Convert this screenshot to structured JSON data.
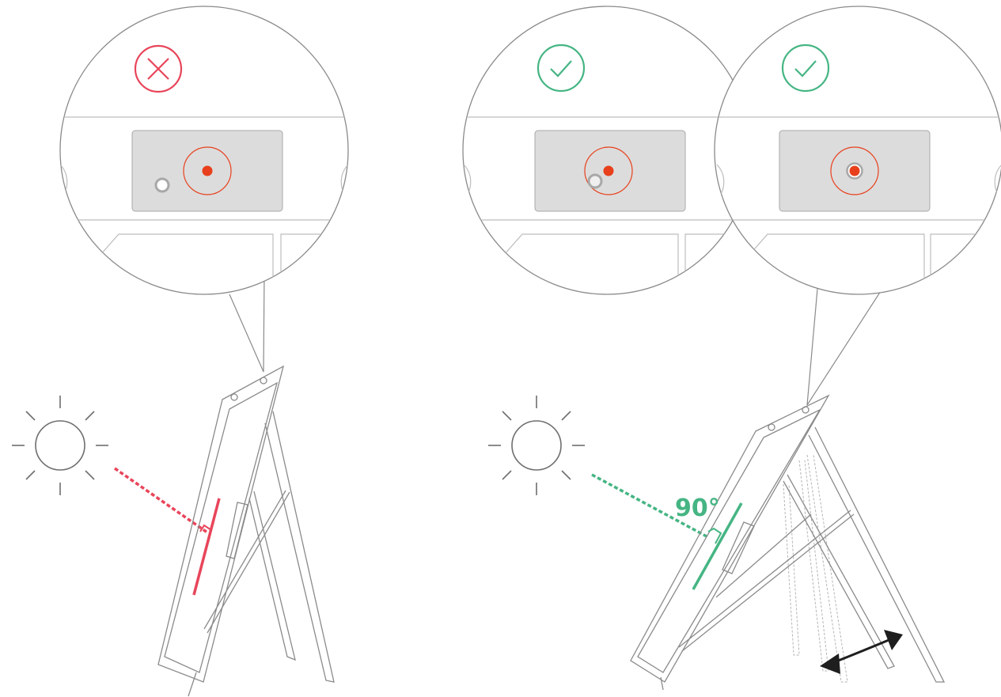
{
  "colors": {
    "wrong": "#e8455a",
    "correct": "#45b583",
    "line": "#8a8a8a",
    "sun": "#6e6e6e",
    "sensor_panel": "#dcdcdc",
    "target_dot": "#e8401c",
    "arrow": "#1e1e1e"
  },
  "panels": [
    {
      "id": "incorrect",
      "status_icon": "cross-icon",
      "status": "incorrect"
    },
    {
      "id": "correct",
      "status_icon": "check-icon",
      "status": "correct"
    }
  ],
  "angle_label": "90°"
}
